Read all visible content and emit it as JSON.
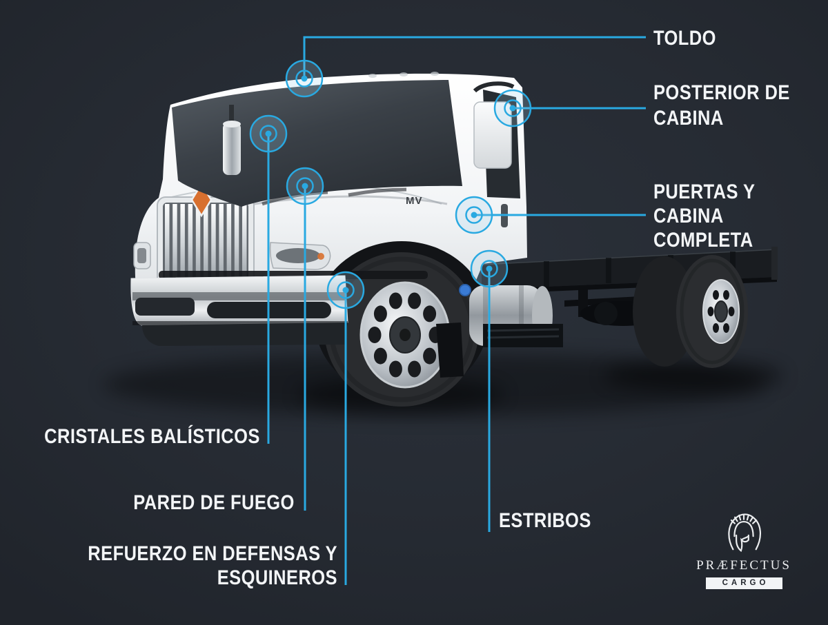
{
  "callouts": {
    "toldo": {
      "label": "TOLDO"
    },
    "posterior": {
      "label": "POSTERIOR DE CABINA"
    },
    "puertas": {
      "label": "PUERTAS Y CABINA COMPLETA"
    },
    "cristales": {
      "label": "CRISTALES BALÍSTICOS"
    },
    "pared": {
      "label": "PARED DE FUEGO"
    },
    "refuerzo": {
      "label": "REFUERZO EN DEFENSAS Y ESQUINEROS"
    },
    "estribos": {
      "label": "ESTRIBOS"
    }
  },
  "truck": {
    "badge": "MV"
  },
  "logo": {
    "brand": "PRÆFECTUS",
    "sub": "CARGO",
    "icon": "spartan-helmet-icon"
  },
  "colors": {
    "background": "#262B33",
    "accent": "#29A9E1",
    "text": "#F3F5F7",
    "badge_diamond": "#D8702F"
  }
}
